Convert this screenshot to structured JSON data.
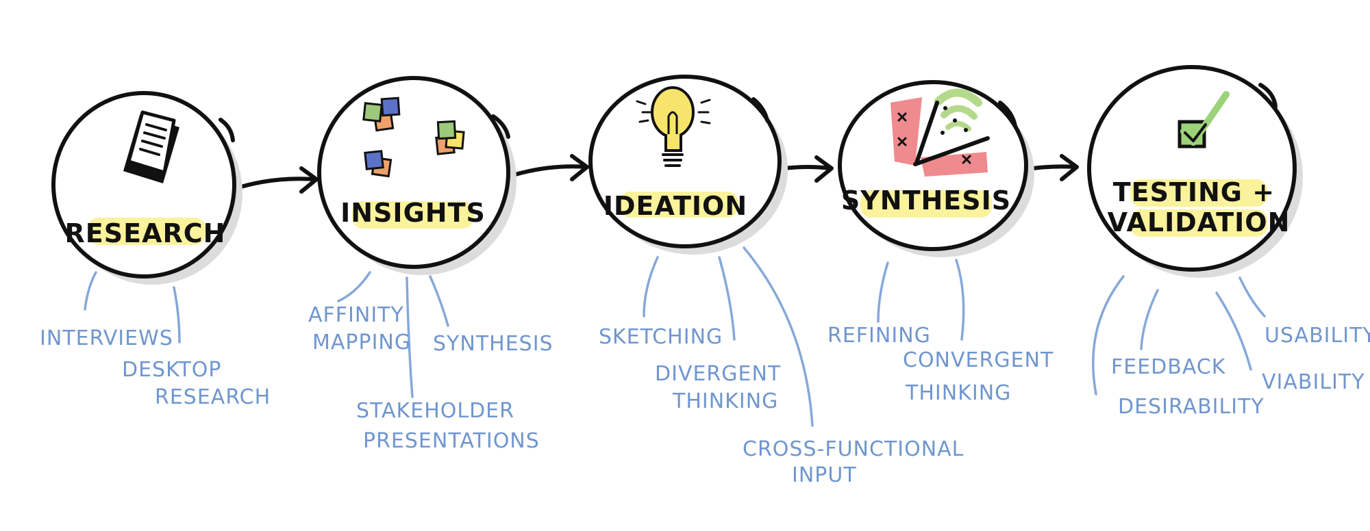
{
  "stages": [
    {
      "id": "research",
      "title_lines": [
        "RESEARCH"
      ],
      "icon": "document-icon",
      "items": [
        {
          "lines": [
            "INTERVIEWS"
          ]
        },
        {
          "lines": [
            "DESKTOP",
            "RESEARCH"
          ]
        }
      ]
    },
    {
      "id": "insights",
      "title_lines": [
        "INSIGHTS"
      ],
      "icon": "sticky-notes-icon",
      "items": [
        {
          "lines": [
            "AFFINITY",
            "MAPPING"
          ]
        },
        {
          "lines": [
            "STAKEHOLDER",
            "PRESENTATIONS"
          ]
        },
        {
          "lines": [
            "SYNTHESIS"
          ]
        }
      ]
    },
    {
      "id": "ideation",
      "title_lines": [
        "IDEATION"
      ],
      "icon": "lightbulb-icon",
      "items": [
        {
          "lines": [
            "SKETCHING"
          ]
        },
        {
          "lines": [
            "DIVERGENT",
            "THINKING"
          ]
        },
        {
          "lines": [
            "CROSS-FUNCTIONAL",
            "INPUT"
          ]
        }
      ]
    },
    {
      "id": "synthesis",
      "title_lines": [
        "SYNTHESIS"
      ],
      "icon": "scatter-plot-icon",
      "items": [
        {
          "lines": [
            "REFINING"
          ]
        },
        {
          "lines": [
            "CONVERGENT",
            "THINKING"
          ]
        }
      ]
    },
    {
      "id": "testing",
      "title_lines": [
        "TESTING +",
        "VALIDATION"
      ],
      "icon": "checkbox-icon",
      "items": [
        {
          "lines": [
            "FEEDBACK"
          ]
        },
        {
          "lines": [
            "DESIRABILITY"
          ]
        },
        {
          "lines": [
            "USABILITY"
          ]
        },
        {
          "lines": [
            "VIABILITY"
          ]
        }
      ]
    }
  ],
  "colors": {
    "ink": "#111111",
    "leader": "#86a8d8",
    "label": "#6f96cf",
    "highlight": "#fbf29c",
    "shadow": "#dcdcdc",
    "note_blue": "#5b72c8",
    "note_green": "#9cc97a",
    "note_orange": "#f0a06a",
    "bulb_yellow": "#f7e46a",
    "plot_red": "#ef8a8e",
    "plot_green": "#b5d98a",
    "check_green": "#9cd37a"
  }
}
